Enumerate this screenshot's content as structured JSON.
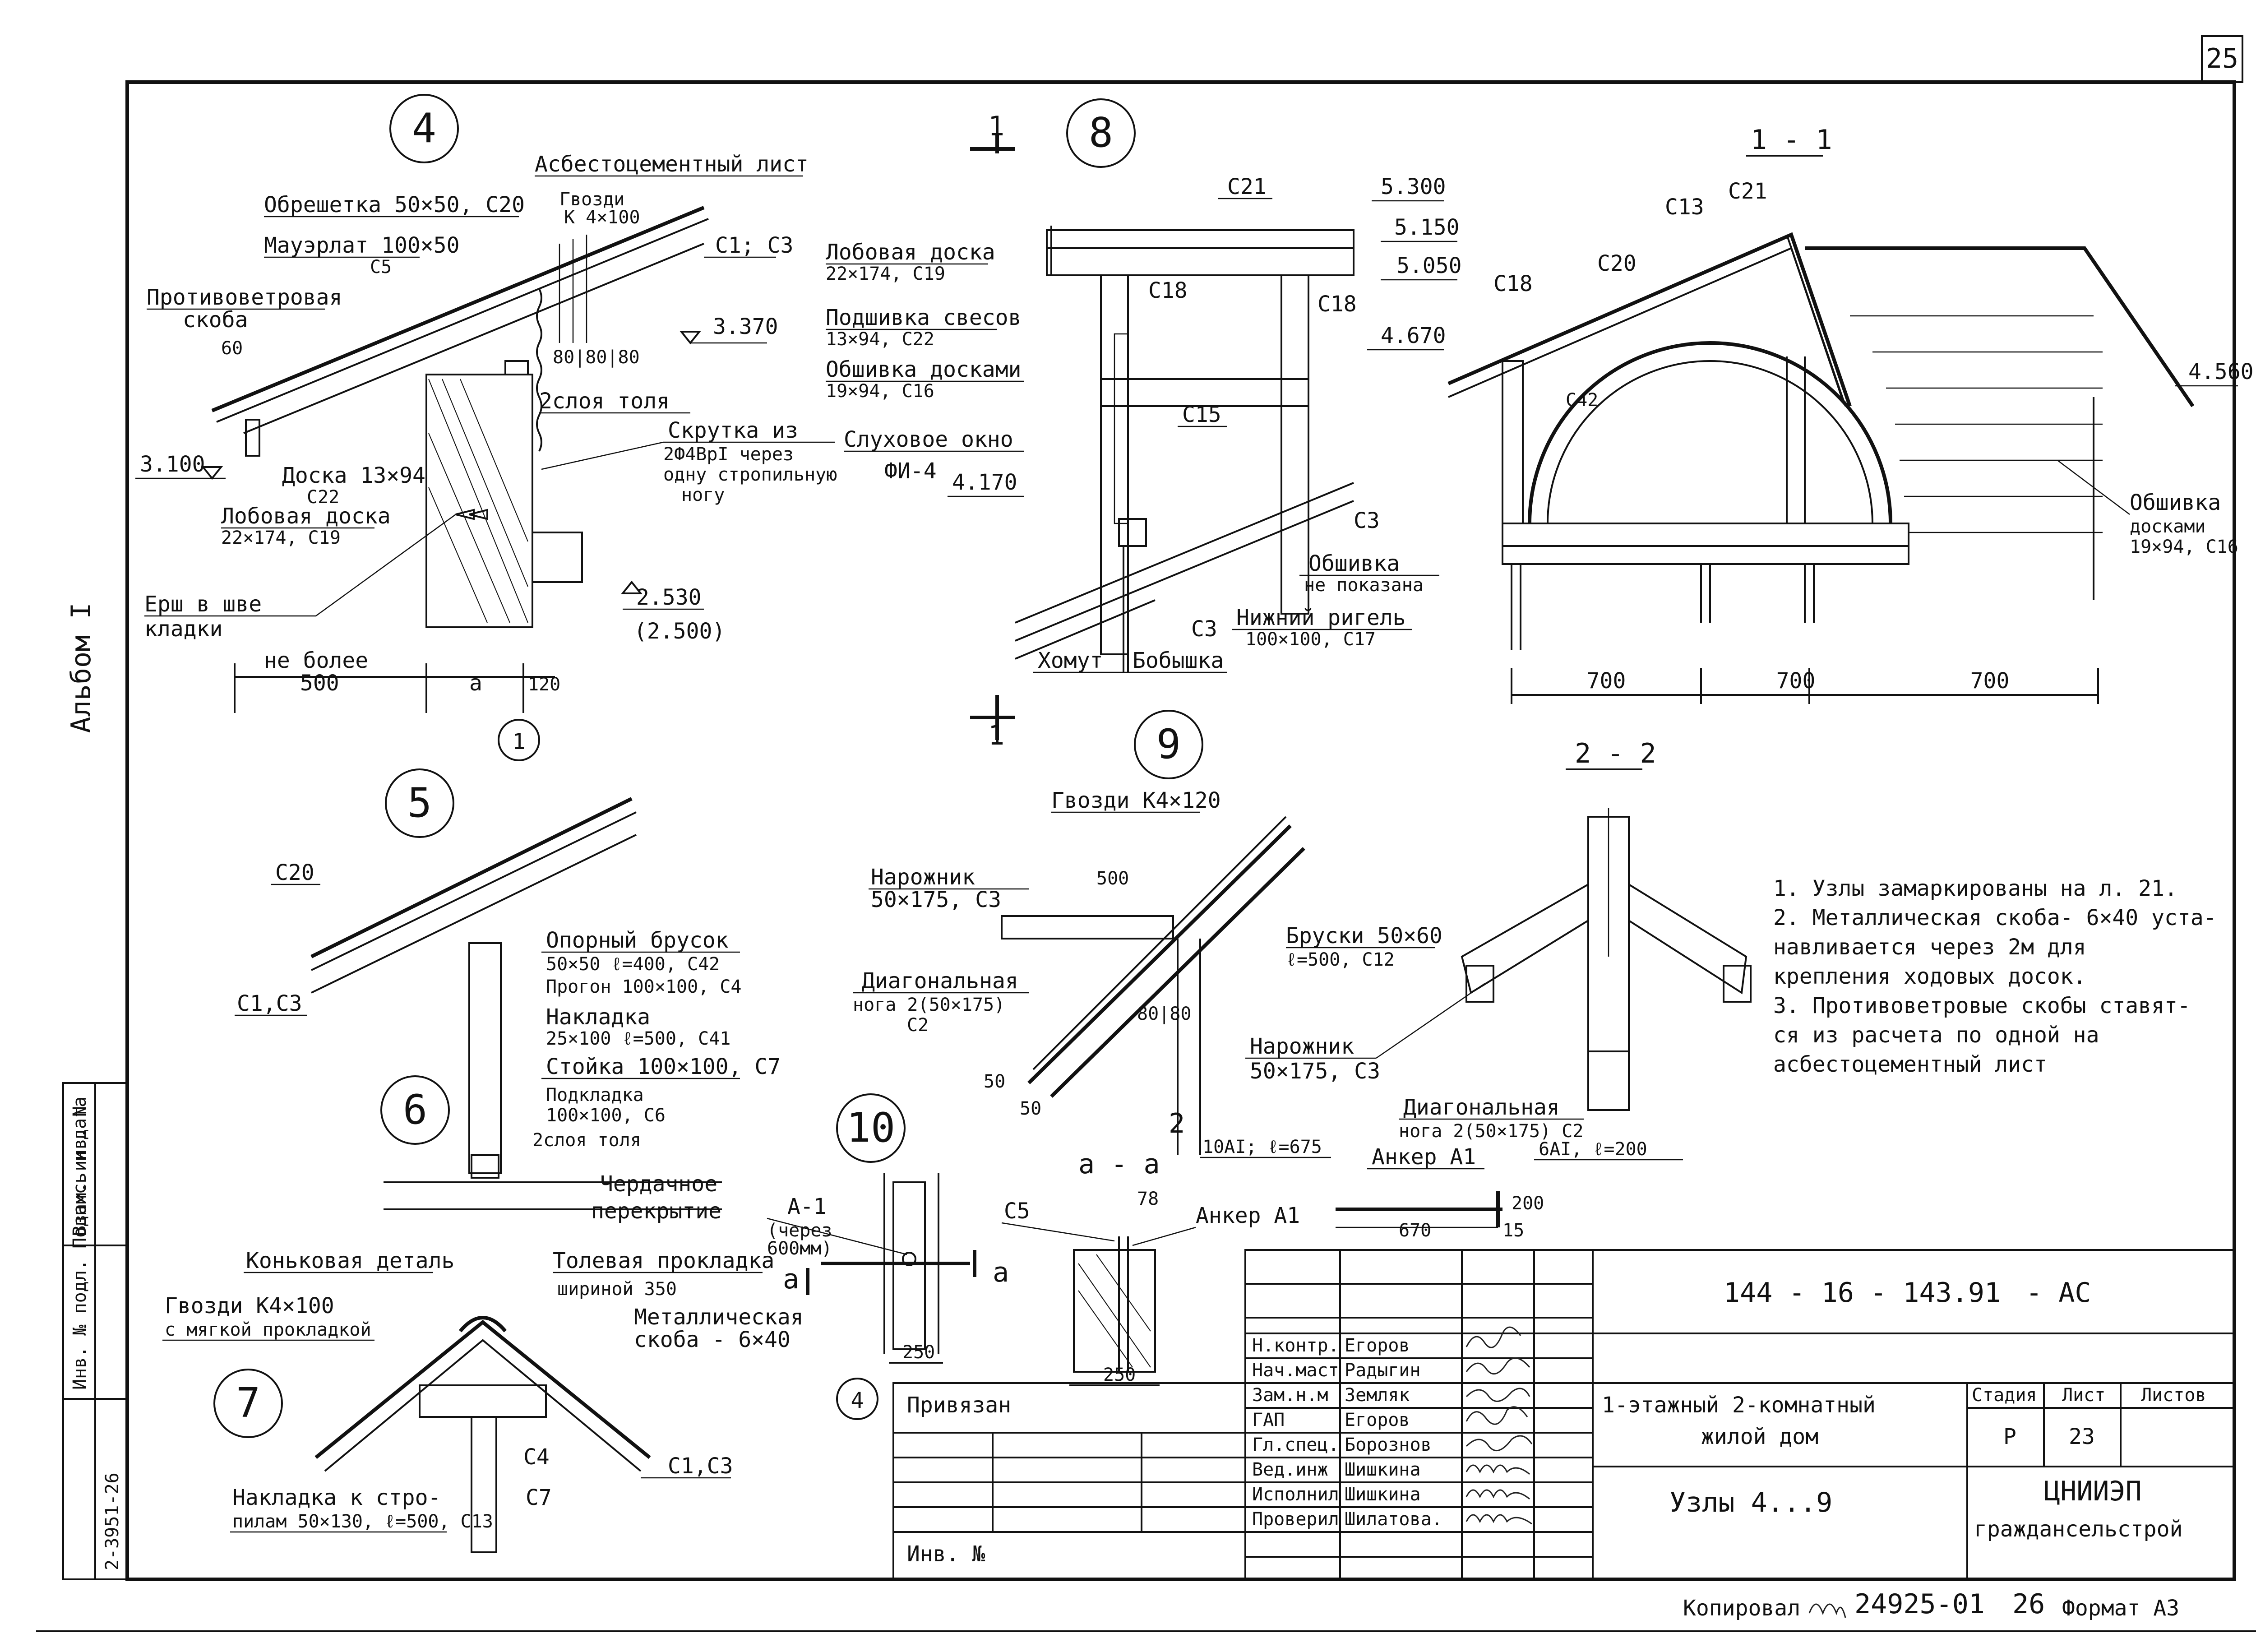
{
  "sheet_number": "25",
  "album": "Альбом I",
  "side_stamp": {
    "col1": "Инв. № подл. Подпись и дата",
    "col2": "Взам. инв. N",
    "inv_number": "2-3951-26"
  },
  "node4": {
    "num": "4",
    "asbestos_sheet": "Асбестоцементный лист",
    "lathing": "Обрешетка 50×50, С20",
    "nails": "Гвозди",
    "nails_size": "К 4×100",
    "mauerlat": "Мауэрлат 100×50",
    "mauerlat_c": "С5",
    "c1c3": "С1; С3",
    "windbrace_1": "Противоветровая",
    "windbrace_2": "скоба",
    "dim_60": "60",
    "dims_80": "80|80|80",
    "elev_3370": "3.370",
    "roofing": "2слоя толя",
    "twist_1": "Скрутка из",
    "twist_2": "2Ф4ВрI через",
    "twist_3": "одну стропильную",
    "twist_4": "ногу",
    "elev_3100": "3.100",
    "board_1": "Доска 13×94",
    "board_2": "С22",
    "fascia_1": "Лобовая доска",
    "fascia_2": "22×174, С19",
    "ruff_1": "Ерш в шве",
    "ruff_2": "кладки",
    "elev_2530": "2.530",
    "elev_2500": "(2.500)",
    "max_1": "не более",
    "max_2": "500",
    "dim_a": "а",
    "dim_120": "120",
    "axis_1": "1"
  },
  "node8": {
    "num": "8",
    "section_mark": "1",
    "c21": "С21",
    "elev_5300": "5.300",
    "elev_5150": "5.150",
    "elev_5050": "5.050",
    "fascia_1": "Лобовая доска",
    "fascia_2": "22×174, С19",
    "c18a": "С18",
    "c18b": "С18",
    "soffit_1": "Подшивка свесов",
    "soffit_2": "13×94, С22",
    "cladding_1": "Обшивка досками",
    "cladding_2": "19×94, С16",
    "elev_4670": "4.670",
    "c15": "С15",
    "dormer_1": "Слуховое окно",
    "dormer_2": "ФИ-4",
    "elev_4170": "4.170",
    "c3a": "С3",
    "sheath_1": "Обшивка",
    "sheath_2": "не показана",
    "lower_1": "Нижний ригель",
    "lower_2": "100×100, С17",
    "c3b": "С3",
    "clamp": "Хомут",
    "cleat": "Бобышка"
  },
  "sec11": {
    "title": "1 - 1",
    "c21": "С21",
    "c13": "С13",
    "c20": "С20",
    "c18": "С18",
    "c42": "С42",
    "elev_4560": "4.560",
    "cladding_1": "Обшивка",
    "cladding_2": "досками",
    "cladding_3": "19×94, С16",
    "d1": "700",
    "d2": "700",
    "d3": "700"
  },
  "node5": {
    "num": "5",
    "c20": "С20",
    "c1c3": "С1,С3",
    "support_1": "Опорный брусок",
    "support_2": "50×50 ℓ=400, С42",
    "purlin": "Прогон 100×100, С4",
    "plate_1": "Накладка",
    "plate_2": "25×100 ℓ=500, С41",
    "post": "Стойка 100×100, С7",
    "pad_1": "Подкладка",
    "pad_2": "100×100, С6",
    "roofing": "2слоя толя",
    "floor_1": "Чердачное",
    "floor_2": "перекрытие"
  },
  "node6": {
    "num": "6"
  },
  "node7": {
    "num": "7",
    "ridge": "Коньковая деталь",
    "nails_1": "Гвозди К4×100",
    "nails_2": "с мягкой прокладкой",
    "gasket_1": "Толевая прокладка",
    "gasket_2": "шириной 350",
    "bracket_1": "Металлическая",
    "bracket_2": "скоба - 6×40",
    "c4": "С4",
    "c7": "С7",
    "c1c3": "С1,С3",
    "plate_1": "Накладка к стро-",
    "plate_2": "пилам 50×130, ℓ=500, С13"
  },
  "node9": {
    "num": "9",
    "nails": "Гвозди К4×120",
    "jack_1": "Нарожник",
    "jack_2": "50×175, С3",
    "dim_500": "500",
    "diag_1": "Диагональная",
    "diag_2": "нога 2(50×175)",
    "diag_3": "С2",
    "dim_8080": "80|80",
    "dim_50": "50",
    "dim_50b": "50",
    "mark_2": "2"
  },
  "sec22": {
    "title": "2 - 2",
    "brace_1": "Бруски 50×60",
    "brace_2": "ℓ=500, С12",
    "jack_1": "Нарожник",
    "jack_2": "50×175, С3",
    "diag_1": "Диагональная",
    "diag_2": "нога 2(50×175) С2"
  },
  "node10": {
    "num": "10",
    "a1": "А-1",
    "a1_note_1": "(через",
    "a1_note_2": "600мм)",
    "mark_a_left": "а",
    "mark_a_right": "а",
    "dim_250": "250",
    "axis_4": "4"
  },
  "secaa": {
    "title": "а - а",
    "c5": "С5",
    "dim_78": "78",
    "anchor": "Анкер А1",
    "dim_250": "250"
  },
  "anchor": {
    "title": "Анкер А1",
    "bar": "10АI; ℓ=675",
    "plate": "6АI, ℓ=200",
    "dim_670": "670",
    "dim_200": "200",
    "dim_15": "15"
  },
  "notes": [
    "1. Узлы замаркированы на л. 21.",
    "2. Металлическая скоба- 6×40 уста-",
    "   навливается через 2м для",
    "   крепления ходовых досок.",
    "3. Противоветровые скобы ставят-",
    "   ся из расчета по одной на",
    "   асбестоцементный лист"
  ],
  "title_block": {
    "code": "144 - 16 - 143.91",
    "suffix": "- АС",
    "project_1": "1-этажный 2-комнатный",
    "project_2": "жилой дом",
    "sheet_title": "Узлы 4...9",
    "stage_h": "Стадия",
    "sheet_h": "Лист",
    "sheets_h": "Листов",
    "stage": "Р",
    "sheet": "23",
    "org_1": "ЦНИИЭП",
    "org_2": "граждансельстрой",
    "bound": "Привязан",
    "inv": "Инв. №",
    "roles": [
      "Н.контр.",
      "Нач.маст",
      "Зам.н.м",
      "ГАП",
      "Гл.спец.",
      "Вед.инж",
      "Исполнил",
      "Проверил"
    ],
    "names": [
      "Егоров",
      "Радыгин",
      "Земляк",
      "Егоров",
      "Борознов",
      "Шишкина",
      "Шишкина",
      "Шилатова."
    ]
  },
  "footer": {
    "copied": "Копировал",
    "number": "24925-01",
    "sheet": "26",
    "format": "Формат А3"
  }
}
